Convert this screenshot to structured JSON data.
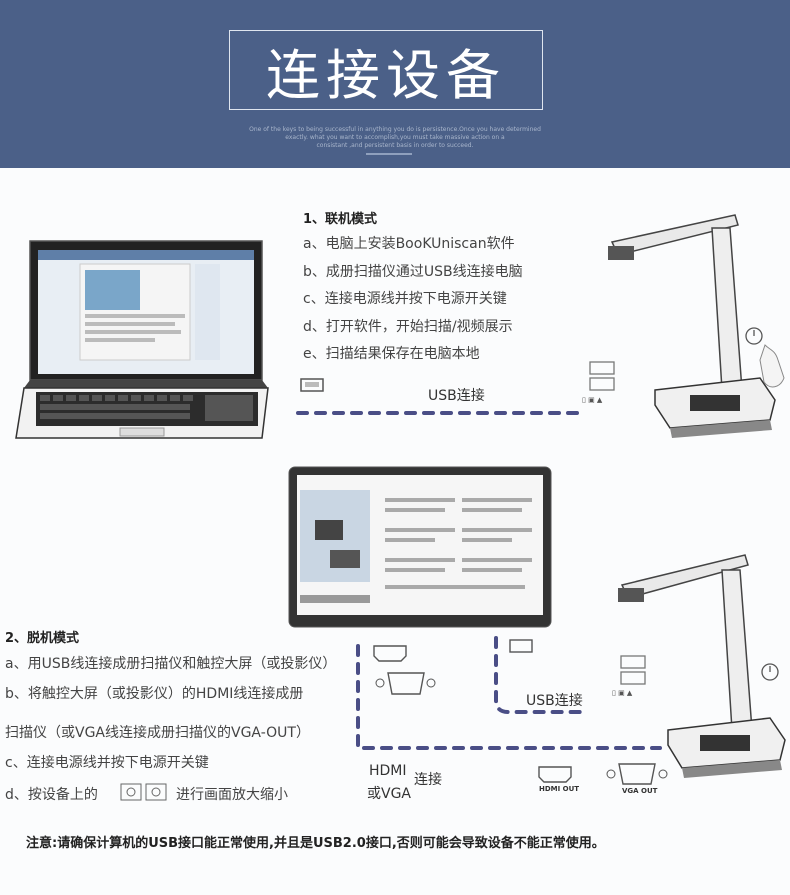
{
  "header": {
    "title": "连接设备",
    "motto_lines": [
      "One of the keys to being successful in anything you do is persistence.Once you have determined",
      "exactly. what you want to accomplish,you must take massive action on a",
      "consistant ,and persistent basis in order to succeed."
    ]
  },
  "online_mode": {
    "title": "1、联机模式",
    "steps": [
      "a、电脑上安装BooKUniscan软件",
      "b、成册扫描仪通过USB线连接电脑",
      "c、连接电源线并按下电源开关键",
      "d、打开软件，开始扫描/视频展示",
      "e、扫描结果保存在电脑本地"
    ],
    "usb_label": "USB连接"
  },
  "offline_mode": {
    "title": "2、脱机模式",
    "steps": [
      "a、用USB线连接成册扫描仪和触控大屏（或投影仪）",
      "b、将触控大屏（或投影仪）的HDMI线连接成册",
      "扫描仪（或VGA线连接成册扫描仪的VGA-OUT）",
      "c、连接电源线并按下电源开关键"
    ],
    "step_d_prefix": "d、按设备上的",
    "step_d_suffix": "进行画面放大缩小",
    "usb_label": "USB连接",
    "hdmi_label": "HDMI",
    "vga_label": "或VGA",
    "connect_label": "连接",
    "hdmi_out": "HDMI OUT",
    "vga_out": "VGA OUT"
  },
  "note": "注意:请确保计算机的USB接口能正常使用,并且是USB2.0接口,否则可能会导致设备不能正常使用。",
  "colors": {
    "header_bg": "#4b6088",
    "dash": "#4a4e86"
  }
}
